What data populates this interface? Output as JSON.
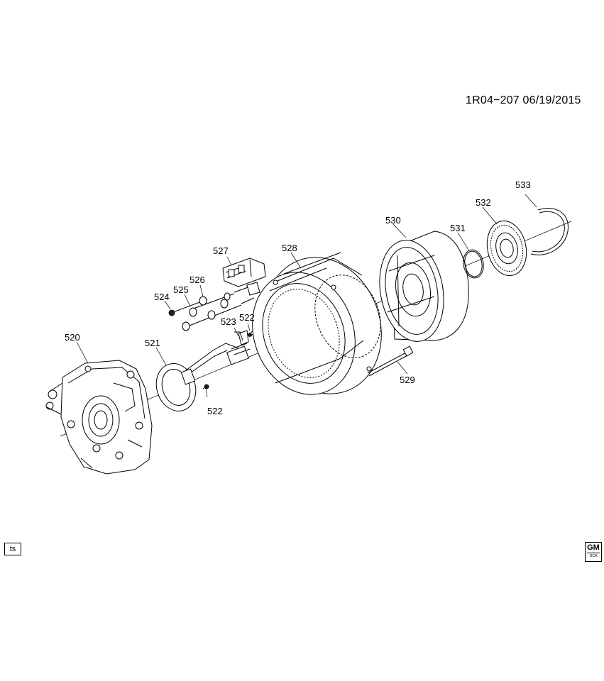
{
  "header": {
    "document_id": "1R04−207  06/19/2015"
  },
  "callouts": [
    {
      "id": "c520",
      "label": "520"
    },
    {
      "id": "c521",
      "label": "521"
    },
    {
      "id": "c522a",
      "label": "522"
    },
    {
      "id": "c522b",
      "label": "522"
    },
    {
      "id": "c523",
      "label": "523"
    },
    {
      "id": "c524",
      "label": "524"
    },
    {
      "id": "c525",
      "label": "525"
    },
    {
      "id": "c526",
      "label": "526"
    },
    {
      "id": "c527",
      "label": "527"
    },
    {
      "id": "c528",
      "label": "528"
    },
    {
      "id": "c529",
      "label": "529"
    },
    {
      "id": "c530",
      "label": "530"
    },
    {
      "id": "c531",
      "label": "531"
    },
    {
      "id": "c532",
      "label": "532"
    },
    {
      "id": "c533",
      "label": "533"
    }
  ],
  "footer": {
    "ts_badge": "ts",
    "logo_main": "GM",
    "logo_sub": "GCA"
  },
  "icons": {
    "left_badge": "ts-badge",
    "right_logo": "gm-logo"
  }
}
